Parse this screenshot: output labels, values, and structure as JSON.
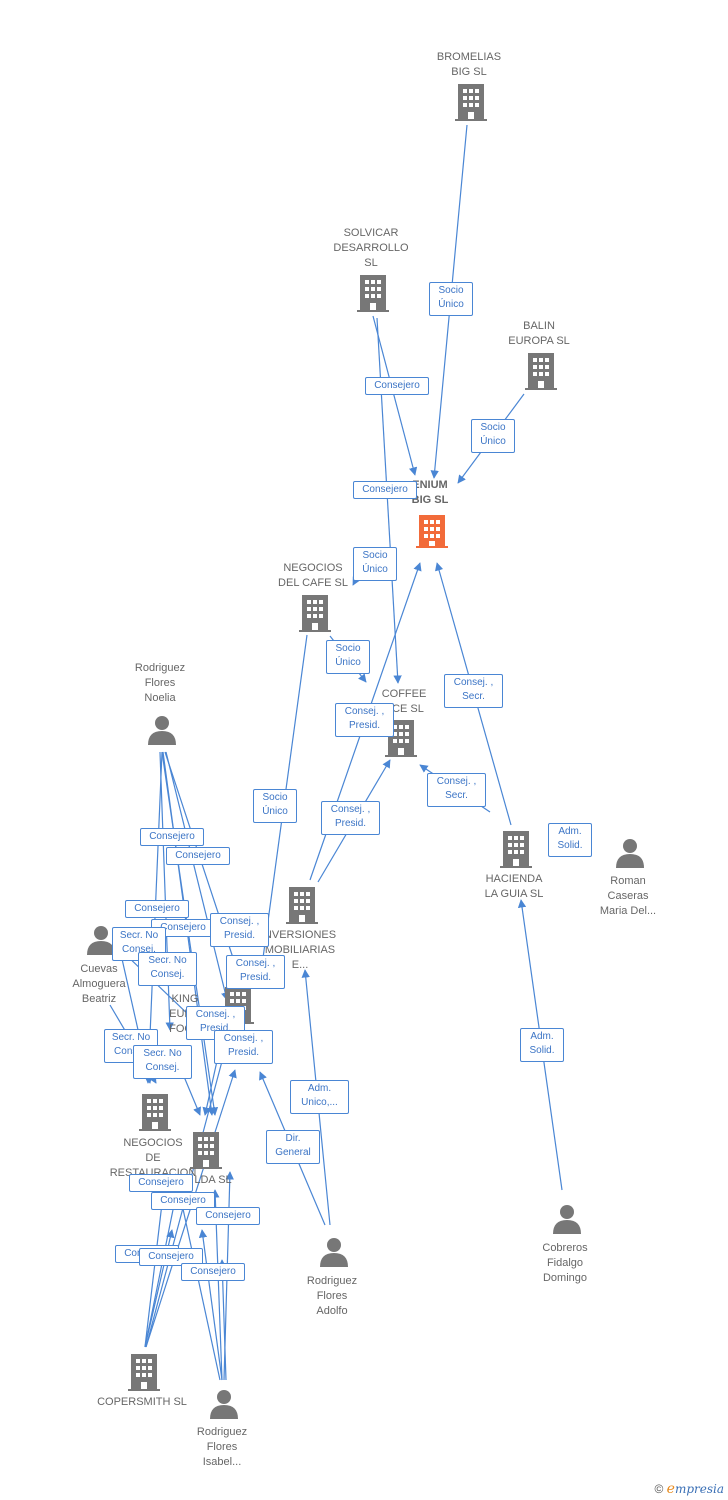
{
  "colors": {
    "edge": "#4a86d4",
    "node": "#777777",
    "focus": "#f26b3a"
  },
  "nodes": [
    {
      "id": "bromelias",
      "label": "BROMELIAS\nBIG  SL",
      "type": "company"
    },
    {
      "id": "solvicar",
      "label": "SOLVICAR\nDESARROLLO\nSL",
      "type": "company"
    },
    {
      "id": "balin",
      "label": "BALIN\nEUROPA  SL",
      "type": "company"
    },
    {
      "id": "genium",
      "label": "ENIUM\nBIG  SL",
      "type": "company",
      "focus": true
    },
    {
      "id": "negcafe",
      "label": "NEGOCIOS\nDEL CAFE SL",
      "type": "company"
    },
    {
      "id": "coffee",
      "label": "COFFEE\nNCE SL",
      "type": "company"
    },
    {
      "id": "hacienda",
      "label": "HACIENDA\nLA GUIA SL",
      "type": "company"
    },
    {
      "id": "inversiones",
      "label": "NVERSIONES\nMOBILIARIAS\nE...",
      "type": "company"
    },
    {
      "id": "king",
      "label": "KING\nEURO\nFOOD",
      "type": "company"
    },
    {
      "id": "negrest",
      "label": "NEGOCIOS\nDE\nRESTAURACION",
      "type": "company"
    },
    {
      "id": "lda",
      "label": "LDA SL",
      "type": "company"
    },
    {
      "id": "copersmith",
      "label": "COPERSMITH SL",
      "type": "company"
    },
    {
      "id": "noelia",
      "label": "Rodriguez\nFlores\nNoelia",
      "type": "person"
    },
    {
      "id": "cuevas",
      "label": "Cuevas\nAlmoguera\nBeatriz",
      "type": "person"
    },
    {
      "id": "roman",
      "label": "Roman\nCaseras\nMaria Del...",
      "type": "person"
    },
    {
      "id": "cobreros",
      "label": "Cobreros\nFidalgo\nDomingo",
      "type": "person"
    },
    {
      "id": "adolfo",
      "label": "Rodriguez\nFlores\nAdolfo",
      "type": "person"
    },
    {
      "id": "isabel",
      "label": "Rodriguez\nFlores\nIsabel...",
      "type": "person"
    }
  ],
  "edge_labels": [
    {
      "text": "Socio\nÚnico"
    },
    {
      "text": "Consejero"
    },
    {
      "text": "Socio\nÚnico"
    },
    {
      "text": "Consejero"
    },
    {
      "text": "Socio\nÚnico"
    },
    {
      "text": "Socio\nÚnico"
    },
    {
      "text": "Consej. ,\nSecr."
    },
    {
      "text": "Consej. ,\nPresid."
    },
    {
      "text": "Consej. ,\nSecr."
    },
    {
      "text": "Adm.\nSolid."
    },
    {
      "text": "Socio\nÚnico"
    },
    {
      "text": "Consej. ,\nPresid."
    },
    {
      "text": "Consejero"
    },
    {
      "text": "Consejero"
    },
    {
      "text": "Consejero"
    },
    {
      "text": "Consejero"
    },
    {
      "text": "Secr.  No\nConsej."
    },
    {
      "text": "Consej. ,\nPresid."
    },
    {
      "text": "Secr.  No\nConsej."
    },
    {
      "text": "Consej. ,\nPresid."
    },
    {
      "text": "Consej. ,\nPresid."
    },
    {
      "text": "Secr.  No\nConsej."
    },
    {
      "text": "Consej. ,\nPresid."
    },
    {
      "text": "Secr.  No\nConsej."
    },
    {
      "text": "Adm.\nUnico,..."
    },
    {
      "text": "Dir.\nGeneral"
    },
    {
      "text": "Adm.\nSolid."
    },
    {
      "text": "Consejero"
    },
    {
      "text": "Consejero"
    },
    {
      "text": "Consejero"
    },
    {
      "text": "Consejero"
    },
    {
      "text": "Consejero"
    },
    {
      "text": "Consejero"
    }
  ],
  "watermark": {
    "copyright": "©",
    "brand_initial": "e",
    "brand_rest": "mpresia"
  }
}
